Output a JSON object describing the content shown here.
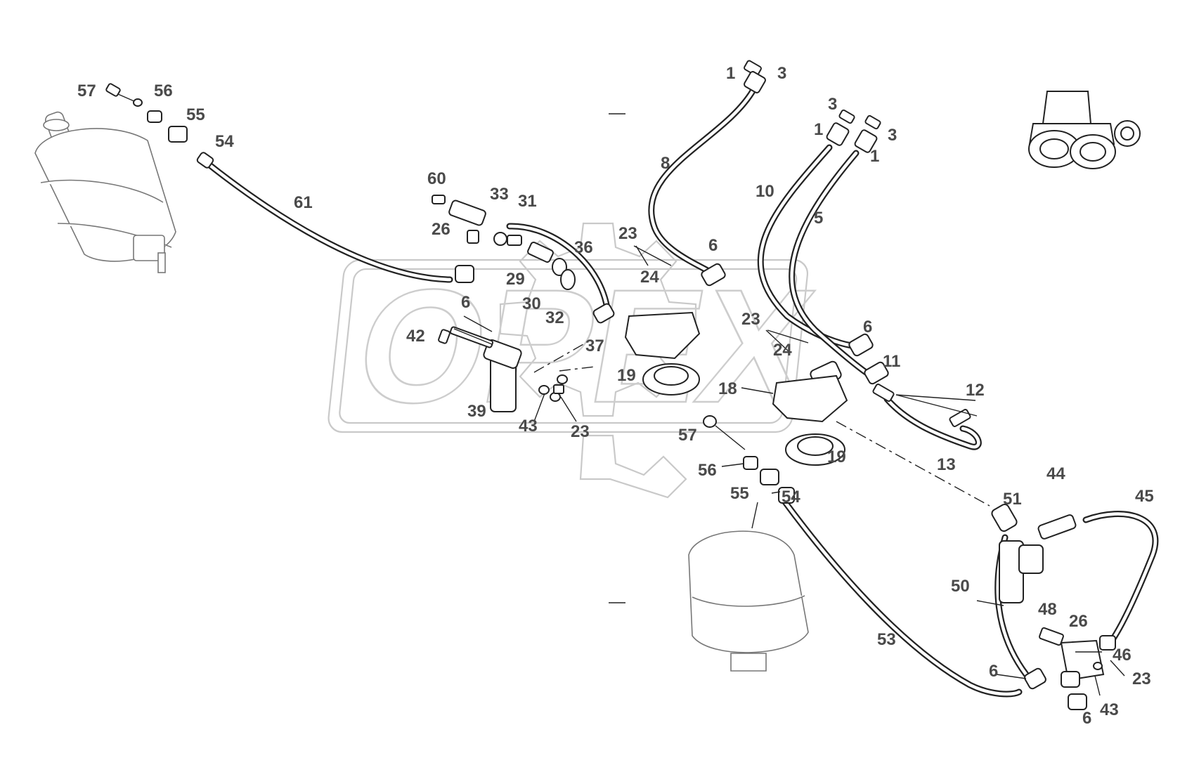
{
  "diagram": {
    "watermark_text": "OPEX",
    "callouts": [
      {
        "id": "c57a",
        "text": "57"
      },
      {
        "id": "c56a",
        "text": "56"
      },
      {
        "id": "c55a",
        "text": "55"
      },
      {
        "id": "c54a",
        "text": "54"
      },
      {
        "id": "c61",
        "text": "61"
      },
      {
        "id": "c60",
        "text": "60"
      },
      {
        "id": "c33",
        "text": "33"
      },
      {
        "id": "c31",
        "text": "31"
      },
      {
        "id": "c26a",
        "text": "26"
      },
      {
        "id": "c36",
        "text": "36"
      },
      {
        "id": "c29",
        "text": "29"
      },
      {
        "id": "c30",
        "text": "30"
      },
      {
        "id": "c32",
        "text": "32"
      },
      {
        "id": "c6a",
        "text": "6"
      },
      {
        "id": "c42",
        "text": "42"
      },
      {
        "id": "c37",
        "text": "37"
      },
      {
        "id": "c39",
        "text": "39"
      },
      {
        "id": "c43a",
        "text": "43"
      },
      {
        "id": "c23a",
        "text": "23"
      },
      {
        "id": "c1a",
        "text": "1"
      },
      {
        "id": "c3a",
        "text": "3"
      },
      {
        "id": "c8",
        "text": "8"
      },
      {
        "id": "c23b",
        "text": "23"
      },
      {
        "id": "c24a",
        "text": "24"
      },
      {
        "id": "c6b",
        "text": "6"
      },
      {
        "id": "c19a",
        "text": "19"
      },
      {
        "id": "c18",
        "text": "18"
      },
      {
        "id": "c3b",
        "text": "3"
      },
      {
        "id": "c1b",
        "text": "1"
      },
      {
        "id": "c3c",
        "text": "3"
      },
      {
        "id": "c1c",
        "text": "1"
      },
      {
        "id": "c10",
        "text": "10"
      },
      {
        "id": "c5",
        "text": "5"
      },
      {
        "id": "c23c",
        "text": "23"
      },
      {
        "id": "c24b",
        "text": "24"
      },
      {
        "id": "c6c",
        "text": "6"
      },
      {
        "id": "c11",
        "text": "11"
      },
      {
        "id": "c12",
        "text": "12"
      },
      {
        "id": "c13",
        "text": "13"
      },
      {
        "id": "c19b",
        "text": "19"
      },
      {
        "id": "c57b",
        "text": "57"
      },
      {
        "id": "c56b",
        "text": "56"
      },
      {
        "id": "c55b",
        "text": "55"
      },
      {
        "id": "c54b",
        "text": "54"
      },
      {
        "id": "c51",
        "text": "51"
      },
      {
        "id": "c44",
        "text": "44"
      },
      {
        "id": "c45",
        "text": "45"
      },
      {
        "id": "c50",
        "text": "50"
      },
      {
        "id": "c48",
        "text": "48"
      },
      {
        "id": "c26b",
        "text": "26"
      },
      {
        "id": "c46",
        "text": "46"
      },
      {
        "id": "c53",
        "text": "53"
      },
      {
        "id": "c6d",
        "text": "6"
      },
      {
        "id": "c23d",
        "text": "23"
      },
      {
        "id": "c43b",
        "text": "43"
      },
      {
        "id": "c6e",
        "text": "6"
      }
    ]
  }
}
